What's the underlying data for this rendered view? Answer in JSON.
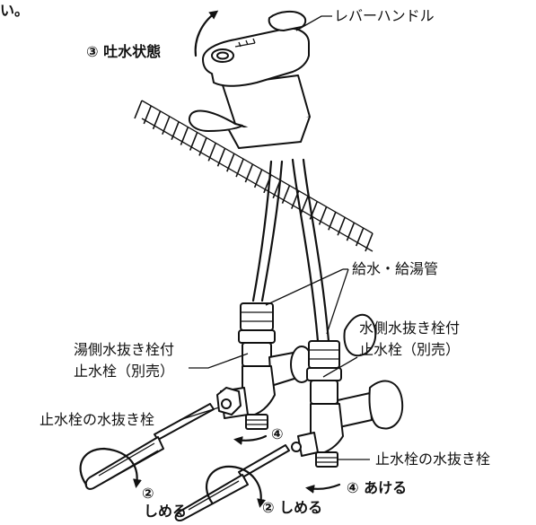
{
  "heading_fragment": "い。",
  "labels": {
    "lever_handle": "レバーハンドル",
    "step3": "③ 吐水状態",
    "supply_pipes": "給水・給湯管",
    "hot_valve_line1": "湯側水抜き栓付",
    "hot_valve_line2": "止水栓（別売）",
    "cold_valve_line1": "水側水抜き栓付",
    "cold_valve_line2": "止水栓（別売）",
    "drain_plug_left": "止水栓の水抜き栓",
    "drain_plug_right": "止水栓の水抜き栓",
    "step4_left": "④",
    "step4_right": "④ あける",
    "step2_left_num": "②",
    "step2_left_text": "しめる",
    "step2_right": "② しめる"
  }
}
